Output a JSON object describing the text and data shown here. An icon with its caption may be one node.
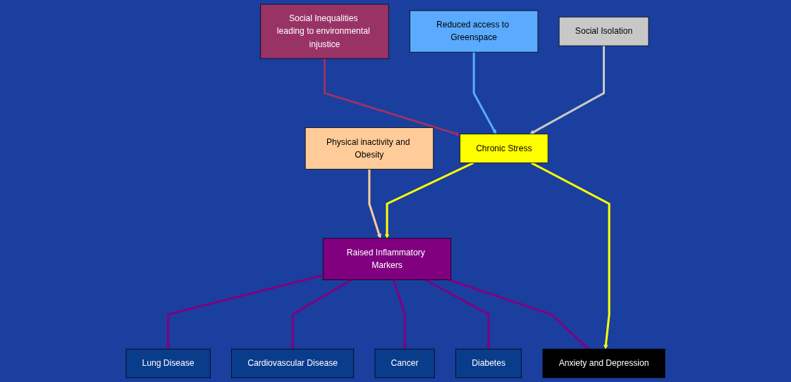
{
  "diagram": {
    "nodes": [
      {
        "text": [
          "Social Isolation"
        ]
      },
      {
        "text": [
          "Reduced access to Greenspace"
        ]
      },
      {
        "text": [
          "Social Inequalities leading to environmental injustice"
        ]
      },
      {
        "text": [
          "Physical inactivity and Obesity"
        ]
      },
      {
        "text": [
          "Chronic Stress"
        ]
      },
      {
        "text": [
          "Anxiety and Depression"
        ]
      },
      {
        "text": [
          "Raised Inflammatory Markers"
        ]
      },
      {
        "text": [
          "Diabetes"
        ]
      },
      {
        "text": [
          "Cancer"
        ]
      },
      {
        "text": [
          "Cardiovascular Disease"
        ]
      },
      {
        "text": [
          "Lung Disease"
        ]
      }
    ],
    "edges": [
      {
        "from": 0,
        "to": 4,
        "arrow": "to",
        "color": "#c8c8c8"
      },
      {
        "from": 1,
        "to": 4,
        "arrow": "to",
        "color": "#5aabff"
      },
      {
        "from": 2,
        "to": 4,
        "arrow": "to",
        "color": "#993366"
      },
      {
        "from": 3,
        "to": 6,
        "arrow": "to",
        "color": "#ffcc99"
      },
      {
        "from": 4,
        "to": 5,
        "arrow": "to",
        "color": "#ffff00"
      },
      {
        "from": 4,
        "to": 6,
        "arrow": "to",
        "color": "#ffff00"
      },
      {
        "from": 6,
        "to": 5,
        "arrow": "to",
        "color": "#800080"
      },
      {
        "from": 6,
        "to": 7,
        "arrow": "to",
        "color": "#800080"
      },
      {
        "from": 6,
        "to": 8,
        "arrow": "to",
        "color": "#800080"
      },
      {
        "from": 6,
        "to": 9,
        "arrow": "to",
        "color": "#800080"
      },
      {
        "from": 6,
        "to": 10,
        "arrow": "to",
        "color": "#800080"
      }
    ]
  }
}
